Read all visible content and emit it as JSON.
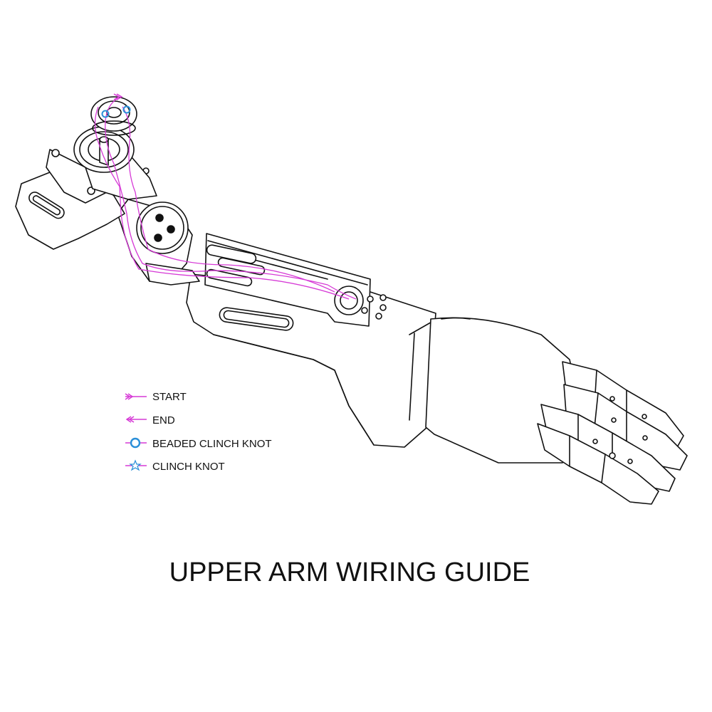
{
  "title": "UPPER ARM WIRING GUIDE",
  "legend": {
    "start": {
      "label": "START",
      "icon": "start-arrow-icon"
    },
    "end": {
      "label": "END",
      "icon": "end-arrow-icon"
    },
    "beaded": {
      "label": "BEADED CLINCH KNOT",
      "icon": "bead-circle-icon"
    },
    "clinch": {
      "label": "CLINCH KNOT",
      "icon": "star-knot-icon"
    }
  },
  "colors": {
    "line_art": "#111111",
    "cable": "#d63ad6",
    "bead": "#2a8fd8"
  }
}
